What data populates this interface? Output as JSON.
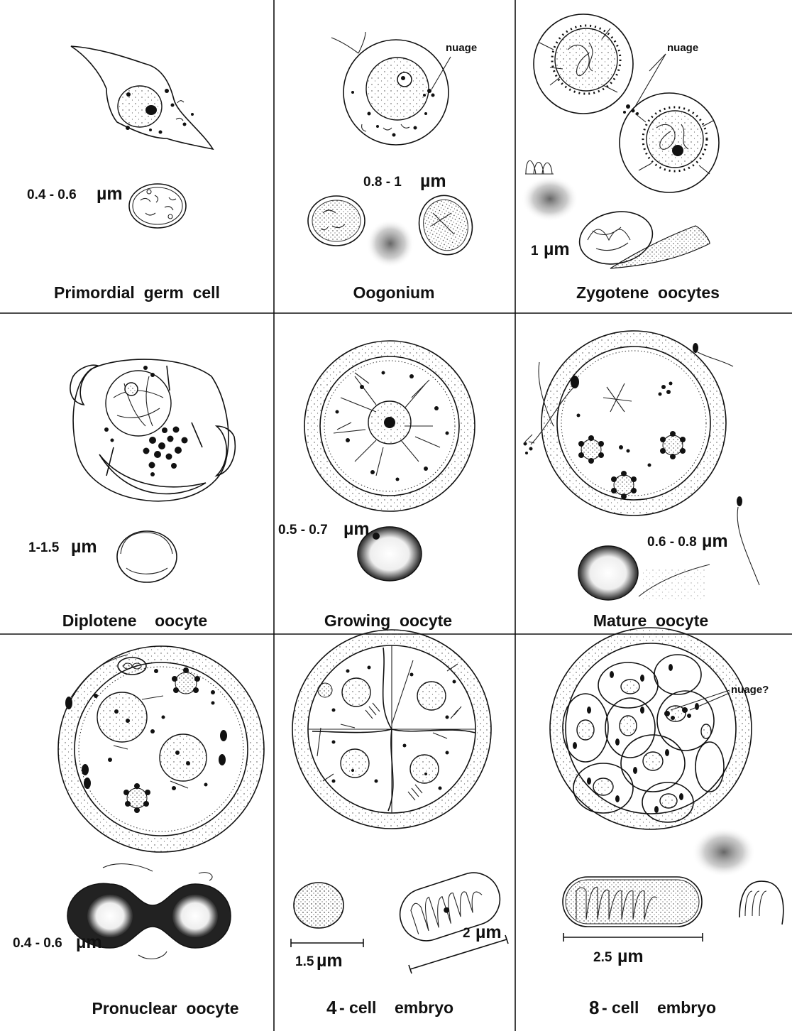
{
  "panels": [
    {
      "caption": "Primordial  germ  cell",
      "scale": "0.4 - 0.6",
      "unit": "µm"
    },
    {
      "caption": "Oogonium",
      "scale": "0.8 - 1",
      "unit": "µm",
      "label": "nuage"
    },
    {
      "caption": "Zygotene  oocytes",
      "scale": "1",
      "unit": "µm",
      "label": "nuage"
    },
    {
      "caption": "Diplotene    oocyte",
      "scale": "1-1.5",
      "unit": "µm"
    },
    {
      "caption": "Growing  oocyte",
      "scale": "0.5 - 0.7",
      "unit": "µm"
    },
    {
      "caption": "Mature  oocyte",
      "scale": "0.6 - 0.8",
      "unit": "µm"
    },
    {
      "caption": "Pronuclear  oocyte",
      "scale": "0.4 - 0.6",
      "unit": "µm"
    },
    {
      "caption_num": "4",
      "caption": "- cell    embryo",
      "scale": "1.5",
      "unit": "µm",
      "scale2": "2",
      "unit2": "µm"
    },
    {
      "caption_num": "8",
      "caption": "- cell    embryo",
      "scale": "2.5",
      "unit": "µm",
      "label": "nuage?"
    }
  ]
}
